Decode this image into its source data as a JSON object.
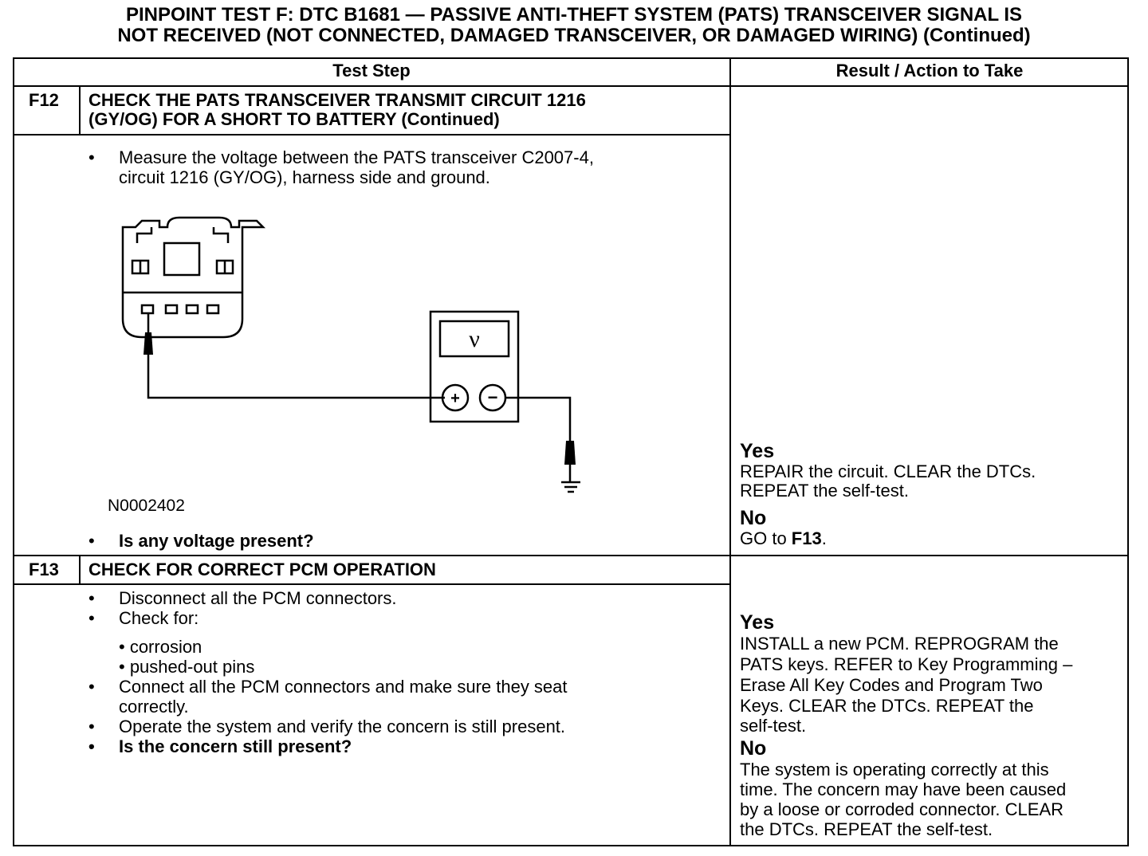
{
  "title": {
    "line1": "PINPOINT TEST F: DTC B1681 — PASSIVE ANTI-THEFT SYSTEM (PATS) TRANSCEIVER SIGNAL IS",
    "line2": "NOT RECEIVED (NOT CONNECTED, DAMAGED TRANSCEIVER, OR DAMAGED WIRING) (Continued)"
  },
  "headers": {
    "test_step": "Test Step",
    "result": "Result / Action to Take"
  },
  "f12": {
    "id": "F12",
    "title_line1": "CHECK THE PATS TRANSCEIVER TRANSMIT CIRCUIT 1216",
    "title_line2": "(GY/OG) FOR A SHORT TO BATTERY (Continued)",
    "step1_line1": "Measure the voltage between the PATS transceiver C2007-4,",
    "step1_line2": "circuit 1216 (GY/OG), harness side and ground.",
    "figure_id": "N0002402",
    "meter_label": "ν",
    "question": "Is any voltage present?",
    "yes_label": "Yes",
    "yes_line1": "REPAIR the circuit. CLEAR the DTCs.",
    "yes_line2": "REPEAT the self-test.",
    "no_label": "No",
    "no_prefix": "GO to ",
    "no_target": "F13",
    "no_suffix": "."
  },
  "f13": {
    "id": "F13",
    "title": "CHECK FOR CORRECT PCM OPERATION",
    "bullet1": "Disconnect all the PCM connectors.",
    "bullet2": "Check for:",
    "sub1": "• corrosion",
    "sub2": "• pushed-out pins",
    "bullet3_line1": "Connect all the PCM connectors and make sure they seat",
    "bullet3_line2": "correctly.",
    "bullet4": "Operate the system and verify the concern is still present.",
    "question": "Is the concern still present?",
    "yes_label": "Yes",
    "yes_lines": [
      "INSTALL a new PCM.  REPROGRAM the",
      "PATS keys. REFER to Key Programming –",
      "Erase All Key Codes and Program Two",
      "Keys. CLEAR the DTCs.  REPEAT the",
      "self-test."
    ],
    "no_label": "No",
    "no_lines": [
      "The system is operating correctly at this",
      "time. The concern may have been caused",
      "by a loose or corroded connector. CLEAR",
      "the DTCs. REPEAT the self-test."
    ]
  },
  "bullet_char": "•"
}
